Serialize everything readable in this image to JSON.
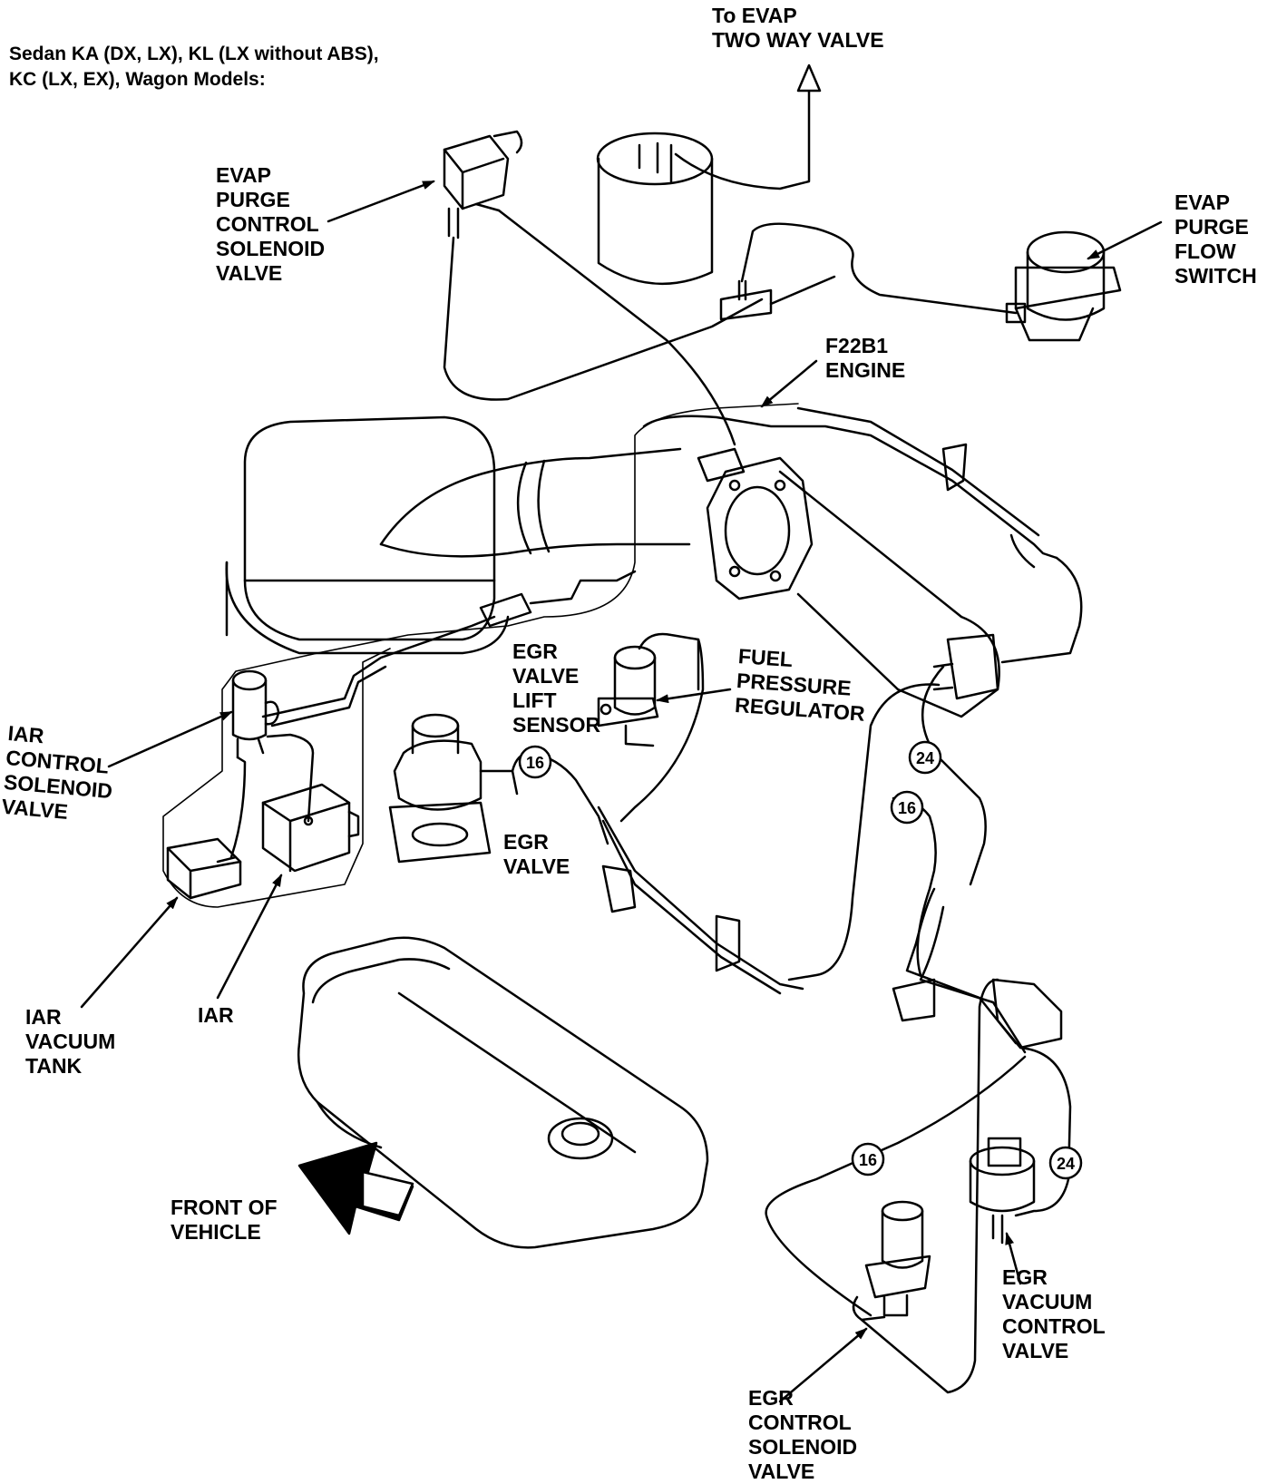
{
  "heading": "Sedan KA (DX, LX), KL (LX without ABS),\nKC (LX, EX), Wagon Models:",
  "labels": {
    "to_evap_two_way": "To EVAP\nTWO WAY VALVE",
    "evap_purge_control_solenoid": "EVAP\nPURGE\nCONTROL\nSOLENOID\nVALVE",
    "evap_purge_flow_switch": "EVAP\nPURGE\nFLOW\nSWITCH",
    "engine": "F22B1\nENGINE",
    "egr_valve_lift_sensor": "EGR\nVALVE\nLIFT\nSENSOR",
    "fuel_pressure_regulator": "FUEL\nPRESSURE\nREGULATOR",
    "iar_control_solenoid": "IAR\nCONTROL\nSOLENOID\nVALVE",
    "egr_valve": "EGR\nVALVE",
    "iar_vacuum_tank": "IAR\nVACUUM\nTANK",
    "iar": "IAR",
    "front_of_vehicle": "FRONT OF\nVEHICLE",
    "egr_vacuum_control": "EGR\nVACUUM\nCONTROL\nVALVE",
    "egr_control_solenoid": "EGR\nCONTROL\nSOLENOID\nVALVE"
  },
  "hose_sizes": [
    "16",
    "24",
    "16",
    "16",
    "24"
  ]
}
